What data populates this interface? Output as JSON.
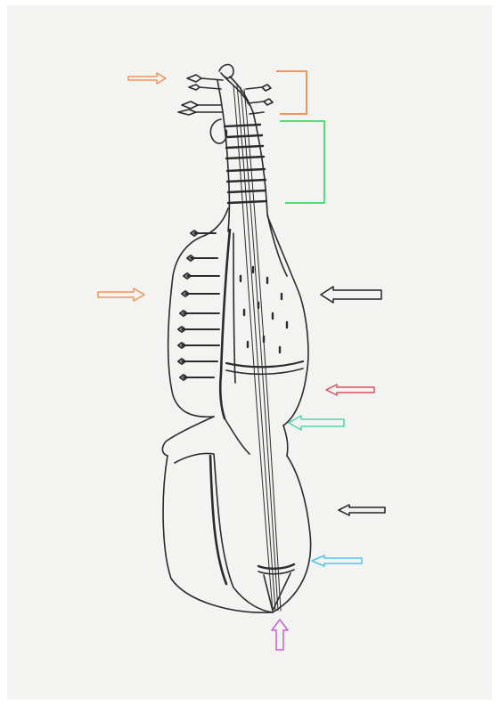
{
  "figure": {
    "subject": "stringed-instrument-sketch",
    "style": "black-ink line drawing on paper",
    "colors": {
      "paper": "#f3f3f1",
      "ink": "#2b2b2b",
      "orange": "#f0955a",
      "green": "#55dd77",
      "black": "#222222",
      "red": "#e0505a",
      "teal": "#4fd6a8",
      "cyan": "#4fc3f0",
      "purple": "#c65fd0"
    }
  },
  "annotations": {
    "arrows": [
      {
        "id": "arrow-orange-top",
        "color": "orange",
        "direction": "right"
      },
      {
        "id": "arrow-orange-middle",
        "color": "orange",
        "direction": "right"
      },
      {
        "id": "arrow-black-upper",
        "color": "black",
        "direction": "left"
      },
      {
        "id": "arrow-red",
        "color": "red",
        "direction": "left"
      },
      {
        "id": "arrow-teal",
        "color": "teal",
        "direction": "left"
      },
      {
        "id": "arrow-black-lower",
        "color": "black",
        "direction": "left"
      },
      {
        "id": "arrow-cyan",
        "color": "cyan",
        "direction": "left"
      },
      {
        "id": "arrow-purple",
        "color": "purple",
        "direction": "up"
      }
    ],
    "brackets": [
      {
        "id": "bracket-orange",
        "color": "orange"
      },
      {
        "id": "bracket-green",
        "color": "green"
      }
    ]
  }
}
